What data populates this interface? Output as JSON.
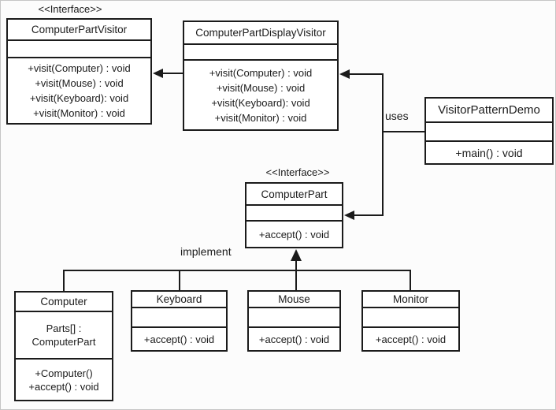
{
  "stereotypes": {
    "interface": "<<Interface>>"
  },
  "relationship_labels": {
    "uses": "uses",
    "implement": "implement"
  },
  "classes": {
    "computerPartVisitor": {
      "name": "ComputerPartVisitor",
      "methods": [
        "+visit(Computer) : void",
        "+visit(Mouse) : void",
        "+visit(Keyboard): void",
        "+visit(Monitor) : void"
      ]
    },
    "computerPartDisplayVisitor": {
      "name": "ComputerPartDisplayVisitor",
      "methods": [
        "+visit(Computer) : void",
        "+visit(Mouse) : void",
        "+visit(Keyboard): void",
        "+visit(Monitor) : void"
      ]
    },
    "visitorPatternDemo": {
      "name": "VisitorPatternDemo",
      "methods": [
        "+main() : void"
      ]
    },
    "computerPart": {
      "name": "ComputerPart",
      "methods": [
        "+accept() : void"
      ]
    },
    "computer": {
      "name": "Computer",
      "attributes": [
        "Parts[] :",
        "ComputerPart"
      ],
      "methods": [
        "+Computer()",
        "+accept() : void"
      ]
    },
    "keyboard": {
      "name": "Keyboard",
      "methods": [
        "+accept() : void"
      ]
    },
    "mouse": {
      "name": "Mouse",
      "methods": [
        "+accept() : void"
      ]
    },
    "monitor": {
      "name": "Monitor",
      "methods": [
        "+accept() : void"
      ]
    }
  },
  "colors": {
    "line": "#1b1b1b",
    "box_background": "#ffffff",
    "page_background": "#fcfcfc"
  }
}
